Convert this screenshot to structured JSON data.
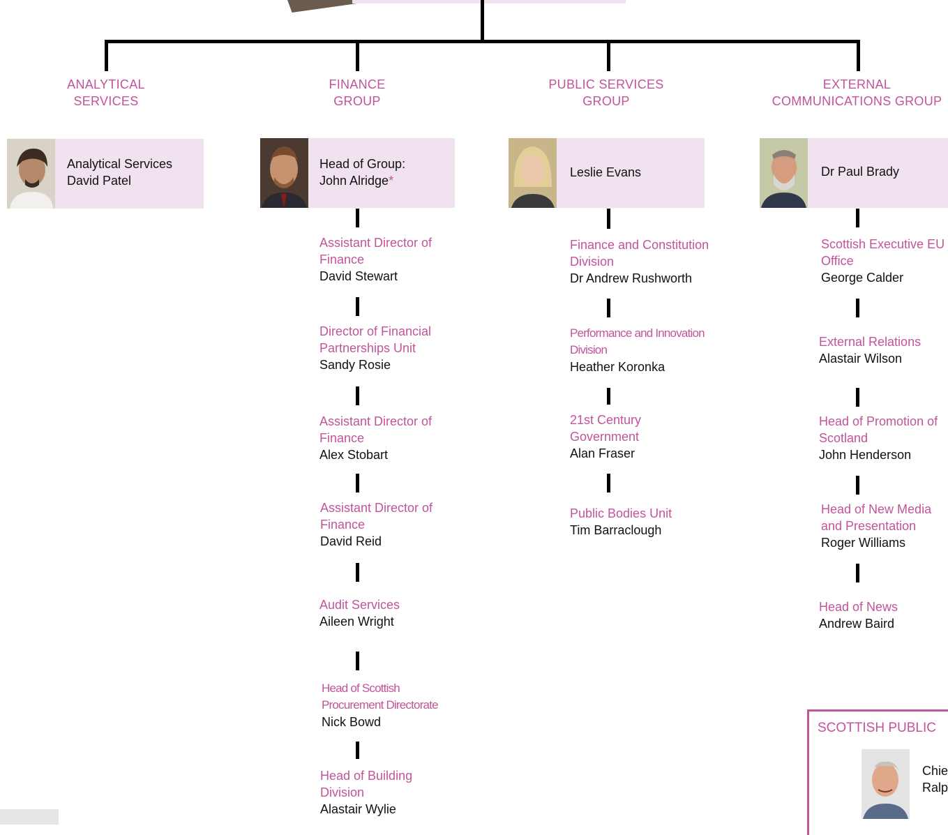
{
  "colors": {
    "accent": "#c1549a",
    "card_bg": "#f0e2ee",
    "line": "#000000"
  },
  "groups": [
    {
      "label": "ANALYTICAL\nSERVICES",
      "head": {
        "title": "Analytical Services",
        "name": "David Patel"
      },
      "entries": []
    },
    {
      "label": "FINANCE\nGROUP",
      "head": {
        "title": "Head of Group:",
        "name": "John Alridge",
        "marker": "*"
      },
      "entries": [
        {
          "role": "Assistant Director of Finance",
          "name": "David Stewart"
        },
        {
          "role": "Director of Financial Partnerships Unit",
          "name": "Sandy Rosie"
        },
        {
          "role": "Assistant Director of Finance",
          "name": "Alex Stobart"
        },
        {
          "role": "Assistant Director of Finance",
          "name": "David Reid"
        },
        {
          "role": "Audit Services",
          "name": "Aileen Wright"
        },
        {
          "role": "Head of Scottish Procurement Directorate",
          "name": "Nick Bowd"
        },
        {
          "role": "Head of Building Division",
          "name": "Alastair Wylie"
        }
      ]
    },
    {
      "label": "PUBLIC SERVICES\nGROUP",
      "head": {
        "name": "Leslie Evans"
      },
      "entries": [
        {
          "role": "Finance and Constitution Division",
          "name": "Dr Andrew Rushworth"
        },
        {
          "role": "Performance and Innovation Division",
          "name": "Heather Koronka"
        },
        {
          "role": "21st Century Government",
          "name": "Alan Fraser"
        },
        {
          "role": "Public Bodies Unit",
          "name": "Tim Barraclough"
        }
      ]
    },
    {
      "label": "EXTERNAL\nCOMMUNICATIONS GROUP",
      "head": {
        "name": "Dr Paul Brady"
      },
      "entries": [
        {
          "role": "Scottish Executive EU Office",
          "name": "George Calder"
        },
        {
          "role": "External Relations",
          "name": "Alastair Wilson"
        },
        {
          "role": "Head of Promotion of Scotland",
          "name": "John Henderson"
        },
        {
          "role": "Head of New Media and Presentation",
          "name": "Roger Williams"
        },
        {
          "role": "Head of News",
          "name": "Andrew Baird"
        }
      ]
    }
  ],
  "bottom_box": {
    "title": "SCOTTISH PUBLIC",
    "line1": "Chie",
    "line2": "Ralp"
  }
}
